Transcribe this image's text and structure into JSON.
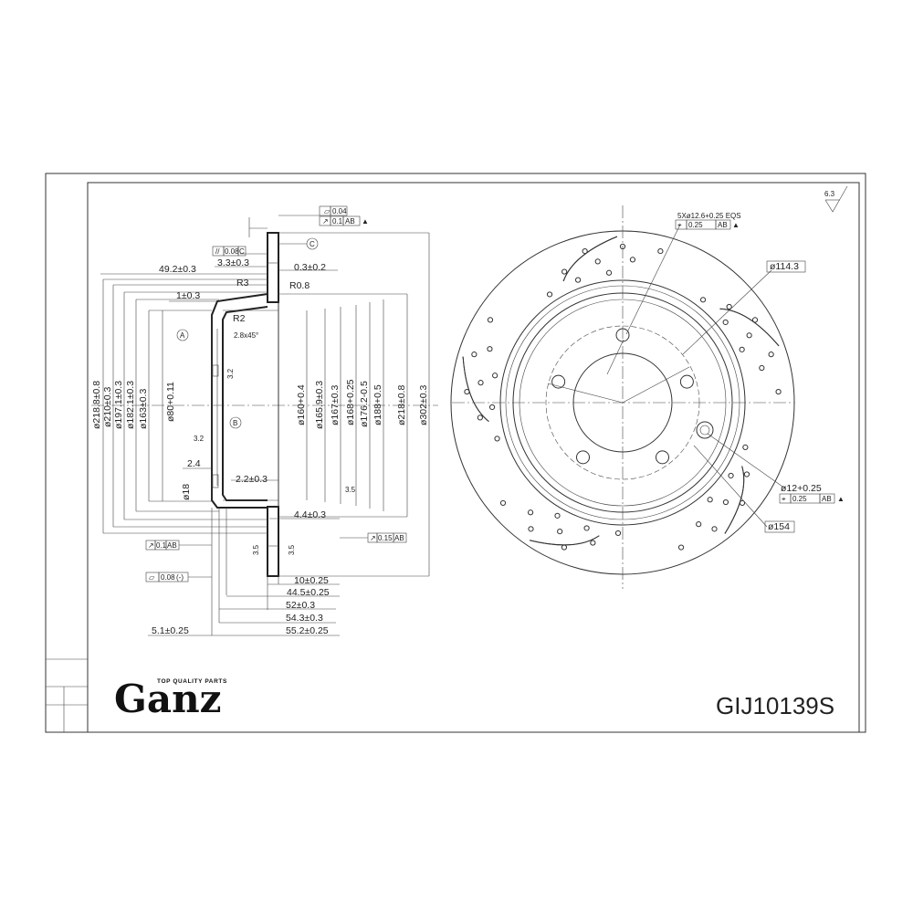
{
  "brand": {
    "name": "Ganz",
    "tagline": "TOP QUALITY PARTS"
  },
  "part_number": "GIJ10139S",
  "surface_finish": "6.3",
  "section_view": {
    "tolerance_flat": "0.04",
    "tolerance_runout": "0.1",
    "tolerance_runout_ref": "AB",
    "datum_c": "C",
    "tolerance_parallel": "0.08",
    "tolerance_parallel_ref": "C",
    "dim_49_2": "49.2±0.3",
    "dim_3_3": "3.3±0.3",
    "dim_0_3": "0.3±0.2",
    "radius_r3": "R3",
    "radius_r0_8": "R0.8",
    "dim_1": "1±0.3",
    "radius_r2": "R2",
    "chamfer": "2.8x45°",
    "datum_a": "A",
    "datum_b": "B",
    "finish_3_2a": "3.2",
    "finish_3_2b": "3.2",
    "dim_2_4": "2.4",
    "dim_2_2": "2.2±0.3",
    "dim_18": "ø18",
    "finish_3_5a": "3.5",
    "finish_3_5b": "3.5",
    "finish_3_5c": "3.5",
    "dim_4_4": "4.4±0.3",
    "tolerance_runout2": "0.15",
    "tolerance_runout2_ref": "AB",
    "tolerance_runout3": "0.1",
    "tolerance_runout3_ref": "AB",
    "tolerance_flat2": "0.08",
    "tolerance_flat2_ref": "(-)",
    "dim_10": "10±0.25",
    "dim_44_5": "44.5±0.25",
    "dim_52": "52±0.3",
    "dim_54_3": "54.3±0.3",
    "dim_5_1": "5.1±0.25",
    "dim_55_2": "55.2±0.25",
    "diameters_left": [
      "ø218.8±0.8",
      "ø210±0.3",
      "ø197.1±0.3",
      "ø182.1±0.3",
      "ø163±0.3",
      "ø80+0.11"
    ],
    "diameters_right": [
      "ø160+0.4",
      "ø165.9±0.3",
      "ø167±0.3",
      "ø168+0.25",
      "ø176.2-0.5",
      "ø188+0.5",
      "ø218±0.8",
      "ø302±0.3"
    ]
  },
  "face_view": {
    "bolt_holes": "5Xø12.6+0.25 EQS",
    "bolt_position": "0.25",
    "bolt_position_ref": "AB",
    "pcd": "ø114.3",
    "aux_hole": "ø12+0.25",
    "aux_position": "0.25",
    "aux_position_ref": "AB",
    "aux_circle": "ø154"
  }
}
